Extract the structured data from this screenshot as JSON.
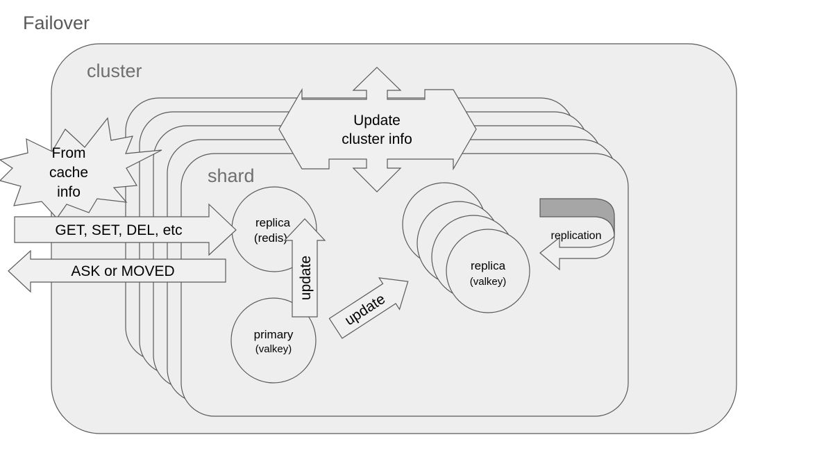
{
  "page": {
    "title": "Failover"
  },
  "cluster": {
    "label": "cluster"
  },
  "shard": {
    "label": "shard"
  },
  "cache_burst": {
    "line1": "From",
    "line2": "cache",
    "line3": "info"
  },
  "cluster_update": {
    "line1": "Update",
    "line2": "cluster info"
  },
  "client_arrows": {
    "request": "GET, SET, DEL, etc",
    "response": "ASK or MOVED"
  },
  "nodes": {
    "replica_redis": {
      "name": "replica",
      "engine": "(redis)"
    },
    "primary_valkey": {
      "name": "primary",
      "engine": "(valkey)"
    },
    "replica_valkey": {
      "name": "replica",
      "engine": "(valkey)"
    }
  },
  "update_arrows": {
    "vertical": "update",
    "diagonal": "update"
  },
  "replication": {
    "label": "replication"
  },
  "colors": {
    "container_fill": "#eeeeee",
    "outline": "#595959",
    "replication_band": "#a6a6a6"
  }
}
